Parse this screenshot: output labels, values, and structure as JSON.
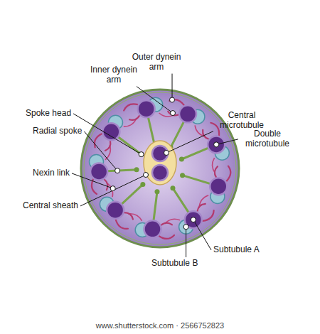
{
  "diagram": {
    "labels": [
      "Inner dynein arm",
      "Outer dynein arm",
      "Central microtubule",
      "Spoke head",
      "Radial spoke",
      "Double microtubule",
      "Nexin link",
      "Central sheath",
      "Subtubule A",
      "Subtubule B",
      "www.shutterstock.com · 2566752823"
    ]
  }
}
